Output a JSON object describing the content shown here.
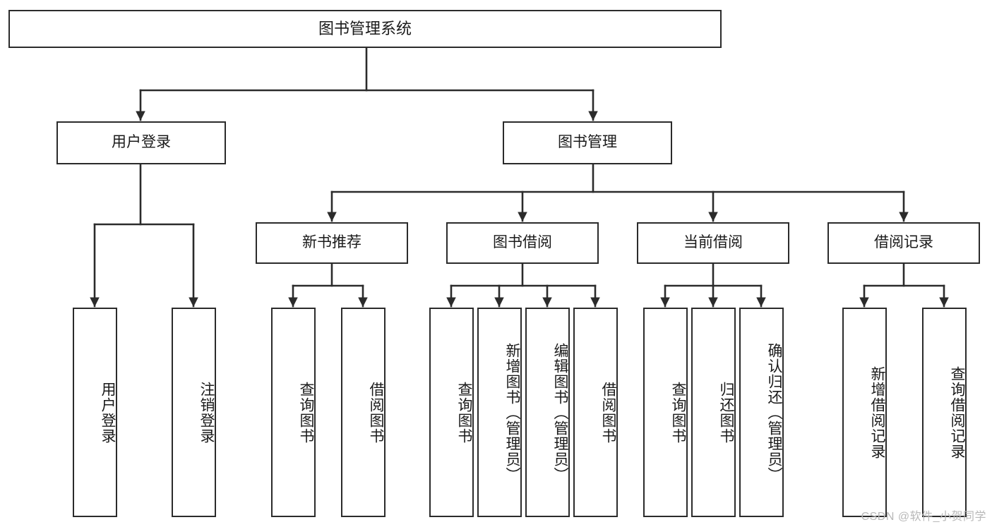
{
  "diagram": {
    "title": "图书管理系统",
    "type": "功能结构图",
    "watermark": "CSDN @软件_小贺同学",
    "colors": {
      "stroke": "#2b2b2b",
      "fill": "#ffffff",
      "text": "#1a1a1a",
      "watermark": "#b8b8b8",
      "background": "#ffffff"
    },
    "nodes": {
      "root": {
        "label": "图书管理系统"
      },
      "level1": [
        {
          "id": "user-login",
          "label": "用户登录"
        },
        {
          "id": "book-management",
          "label": "图书管理"
        }
      ],
      "level2": [
        {
          "id": "new-book-recommend",
          "label": "新书推荐"
        },
        {
          "id": "book-borrow",
          "label": "图书借阅"
        },
        {
          "id": "current-borrow",
          "label": "当前借阅"
        },
        {
          "id": "borrow-record",
          "label": "借阅记录"
        }
      ],
      "leaves": {
        "user-login": [
          {
            "id": "leaf-user-login",
            "label": "用户登录"
          },
          {
            "id": "leaf-logout-login",
            "label": "注销登录"
          }
        ],
        "new-book-recommend": [
          {
            "id": "leaf-query-book-1",
            "label": "查询图书"
          },
          {
            "id": "leaf-borrow-book-1",
            "label": "借阅图书"
          }
        ],
        "book-borrow": [
          {
            "id": "leaf-query-book-2",
            "label": "查询图书"
          },
          {
            "id": "leaf-add-book",
            "label": "新增图书（管理员）"
          },
          {
            "id": "leaf-edit-book",
            "label": "编辑图书（管理员）"
          },
          {
            "id": "leaf-borrow-book-2",
            "label": "借阅图书"
          }
        ],
        "current-borrow": [
          {
            "id": "leaf-query-book-3",
            "label": "查询图书"
          },
          {
            "id": "leaf-return-book",
            "label": "归还图书"
          },
          {
            "id": "leaf-confirm-return",
            "label": "确认归还（管理员）"
          }
        ],
        "borrow-record": [
          {
            "id": "leaf-add-record",
            "label": "新增借阅记录"
          },
          {
            "id": "leaf-query-record",
            "label": "查询借阅记录"
          }
        ]
      }
    }
  }
}
